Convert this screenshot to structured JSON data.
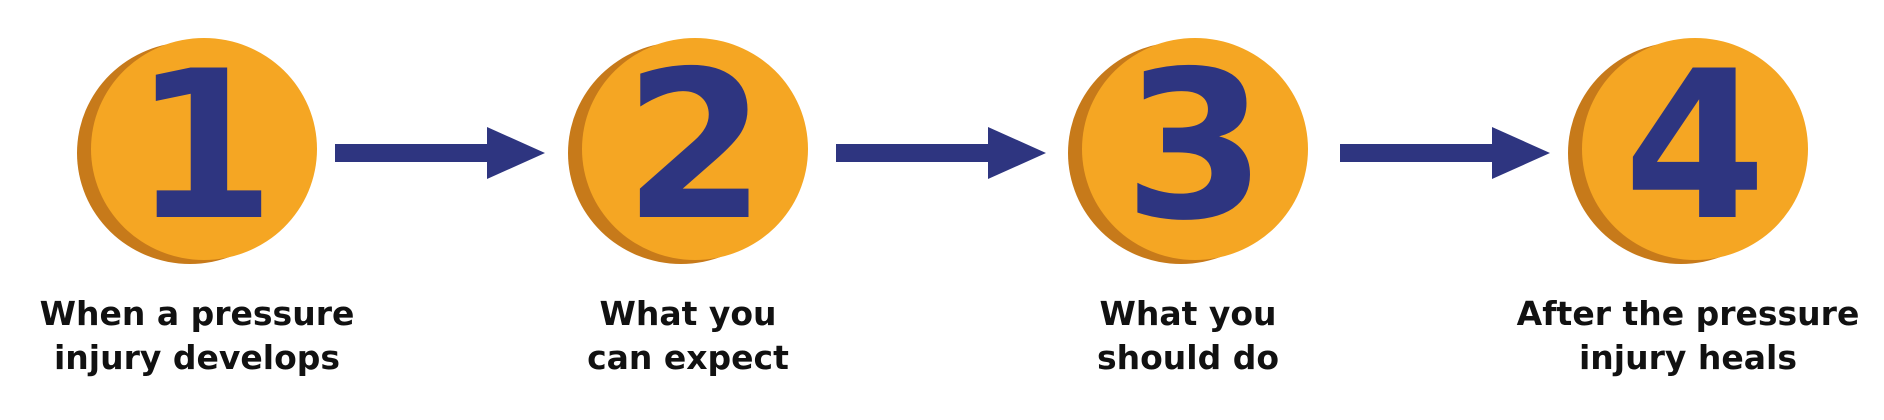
{
  "colors": {
    "badge_face": "#f5a623",
    "badge_shadow": "#c77a1a",
    "number": "#2e3580",
    "arrow": "#2e3580",
    "caption": "#111111"
  },
  "steps": [
    {
      "number": "1",
      "caption_lines": [
        "When a pressure",
        "injury develops"
      ]
    },
    {
      "number": "2",
      "caption_lines": [
        "What you",
        "can expect"
      ]
    },
    {
      "number": "3",
      "caption_lines": [
        "What you",
        "should do"
      ]
    },
    {
      "number": "4",
      "caption_lines": [
        "After the pressure",
        "injury heals"
      ]
    }
  ],
  "connectors": [
    {
      "icon": "arrow-right-icon"
    },
    {
      "icon": "arrow-right-icon"
    },
    {
      "icon": "arrow-right-icon"
    }
  ]
}
